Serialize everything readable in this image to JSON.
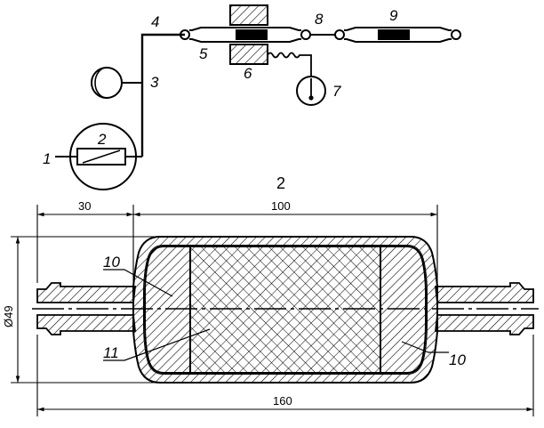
{
  "upper_scheme": {
    "callouts": {
      "c1": "1",
      "c2": "2",
      "c3": "3",
      "c4": "4",
      "c5": "5",
      "c6": "6",
      "c7": "7",
      "c8": "8",
      "c9": "9"
    }
  },
  "figure_label": "2",
  "lower_section": {
    "dimensions": {
      "left_length": "30",
      "middle_length": "100",
      "total_length": "160",
      "diameter": "Ø49"
    },
    "callouts": {
      "left_plug": "10",
      "right_plug": "10",
      "filling": "11"
    }
  }
}
